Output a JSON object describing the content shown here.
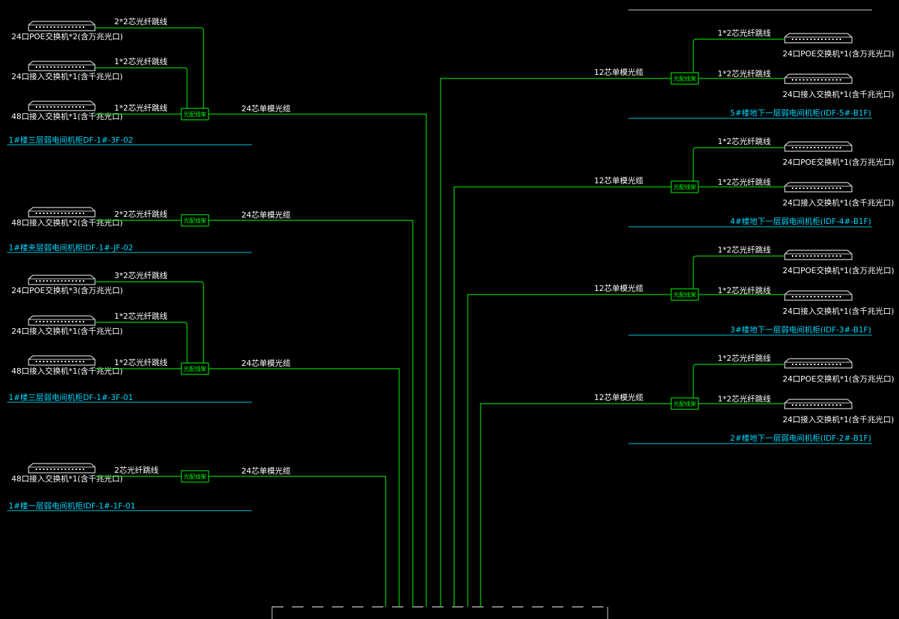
{
  "odf_label": "光配线架",
  "left_groups": [
    {
      "location": "1#楼三层弱电间机柜DF-1#-3F-02",
      "trunk": "24芯单模光缆",
      "switches": [
        {
          "label": "24口POE交换机*2(含万兆光口)",
          "fiber": "2*2芯光纤跳线"
        },
        {
          "label": "24口接入交换机*1(含千兆光口)",
          "fiber": "1*2芯光纤跳线"
        },
        {
          "label": "48口接入交换机*1(含千兆光口)",
          "fiber": "1*2芯光纤跳线"
        }
      ]
    },
    {
      "location": "1#楼夹层弱电间机柜IDF-1#-JF-02",
      "trunk": "24芯单模光缆",
      "switches": [
        {
          "label": "48口接入交换机*2(含千兆光口)",
          "fiber": "2*2芯光纤跳线"
        }
      ]
    },
    {
      "location": "1#楼三层弱电间机柜DF-1#-3F-01",
      "trunk": "24芯单模光缆",
      "switches": [
        {
          "label": "24口POE交换机*3(含万兆光口)",
          "fiber": "3*2芯光纤跳线"
        },
        {
          "label": "24口接入交换机*1(含千兆光口)",
          "fiber": "1*2芯光纤跳线"
        },
        {
          "label": "48口接入交换机*1(含千兆光口)",
          "fiber": "1*2芯光纤跳线"
        }
      ]
    },
    {
      "location": "1#楼一层弱电间机柜IDF-1#-1F-01",
      "trunk": "24芯单模光缆",
      "switches": [
        {
          "label": "48口接入交换机*1(含千兆光口)",
          "fiber": "2芯光纤跳线"
        }
      ]
    }
  ],
  "right_groups": [
    {
      "location": "5#楼地下一层弱电间机柜(IDF-5#-B1F)",
      "trunk": "12芯单模光缆",
      "switches": [
        {
          "label": "24口POE交换机*1(含万兆光口)",
          "fiber": "1*2芯光纤跳线"
        },
        {
          "label": "24口接入交换机*1(含千兆光口)",
          "fiber": "1*2芯光纤跳线"
        }
      ]
    },
    {
      "location": "4#楼地下一层弱电间机柜(IDF-4#-B1F)",
      "trunk": "12芯单模光缆",
      "switches": [
        {
          "label": "24口POE交换机*1(含万兆光口)",
          "fiber": "1*2芯光纤跳线"
        },
        {
          "label": "24口接入交换机*1(含千兆光口)",
          "fiber": "1*2芯光纤跳线"
        }
      ]
    },
    {
      "location": "3#楼地下一层弱电间机柜(IDF-3#-B1F)",
      "trunk": "12芯单模光缆",
      "switches": [
        {
          "label": "24口POE交换机*1(含万兆光口)",
          "fiber": "1*2芯光纤跳线"
        },
        {
          "label": "24口接入交换机*1(含千兆光口)",
          "fiber": "1*2芯光纤跳线"
        }
      ]
    },
    {
      "location": "2#楼地下一层弱电间机柜(IDF-2#-B1F)",
      "trunk": "12芯单模光缆",
      "switches": [
        {
          "label": "24口POE交换机*1(含万兆光口)",
          "fiber": "1*2芯光纤跳线"
        },
        {
          "label": "24口接入交换机*1(含千兆光口)",
          "fiber": "1*2芯光纤跳线"
        }
      ]
    }
  ]
}
